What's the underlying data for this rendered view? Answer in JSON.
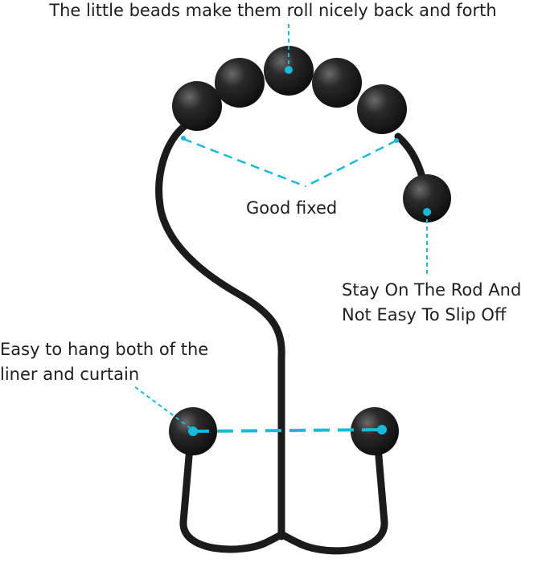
{
  "colors": {
    "background": "#ffffff",
    "hook_metal": "#1b1b1b",
    "bead": "#151515",
    "bead_highlight": "#6a6a6a",
    "pointer": "#19b9dc",
    "text": "#1e1e1e"
  },
  "callouts": {
    "beads": "The little beads make them roll nicely back and forth",
    "fixed": "Good fixed",
    "rod_line1": "Stay On The Rod And",
    "rod_line2": "Not Easy To Slip Off",
    "hang_line1": "Easy to hang both of the",
    "hang_line2": "liner and curtain"
  }
}
